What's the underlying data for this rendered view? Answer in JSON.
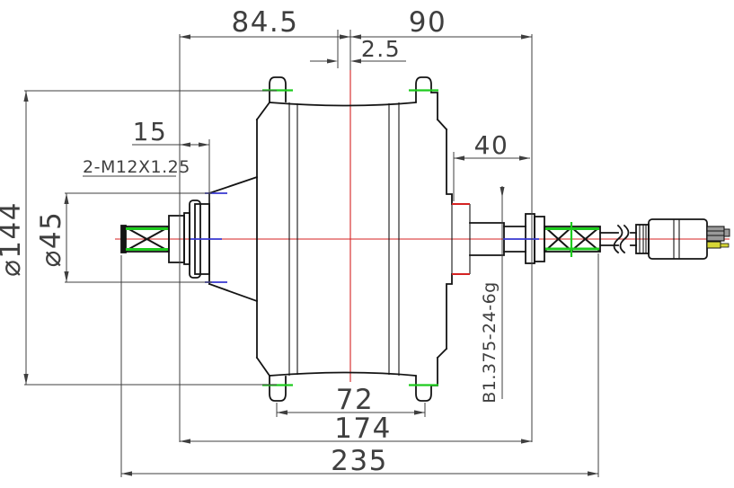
{
  "drawing": {
    "type": "engineering-dimension-drawing",
    "subject": "hub-motor-side-section",
    "dims": {
      "w_left": "84.5",
      "w_right": "90",
      "rim_offset": "2.5",
      "brake_step": "15",
      "axle_thread": "2-M12X1.25",
      "drive_step": "40",
      "flange_dia": "⌀144",
      "boss_dia": "⌀45",
      "flange_spacing": "72",
      "locknut_spacing": "174",
      "axle_length": "235",
      "freewheel_thread": "B1.375-24-6g"
    },
    "colors": {
      "background": "#ffffff",
      "outline": "#141414",
      "dimension": "#3f3f3f",
      "centerline_red": "#d42222",
      "highlight_green": "#1ecb1e",
      "highlight_blue": "#3838d0",
      "pin_gray": "#9a9a9a",
      "pin_yellow": "#d6d636"
    }
  }
}
